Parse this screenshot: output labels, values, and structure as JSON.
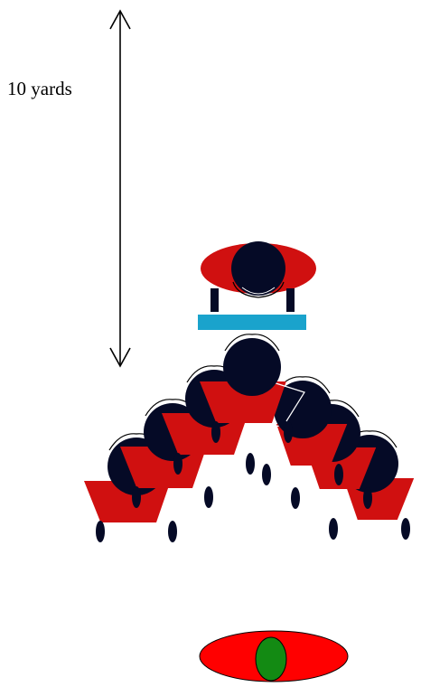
{
  "measurement": {
    "label": "10 yards"
  },
  "colors": {
    "jersey_red": "#D01010",
    "helmet_navy": "#050A26",
    "bar_blue": "#1AA3CC",
    "ball_carrier_red": "#FF0000",
    "ball_green": "#138A13",
    "leg_black": "#050A26",
    "outline": "#000000"
  },
  "figures": {
    "kick_returner": {
      "role": "top player with blue bar",
      "icon": "player-with-sled-icon"
    },
    "wedge_left_count": 3,
    "wedge_apex_count": 1,
    "wedge_right_count": 3,
    "ball_carrier": {
      "icon": "ball-carrier-icon"
    }
  }
}
